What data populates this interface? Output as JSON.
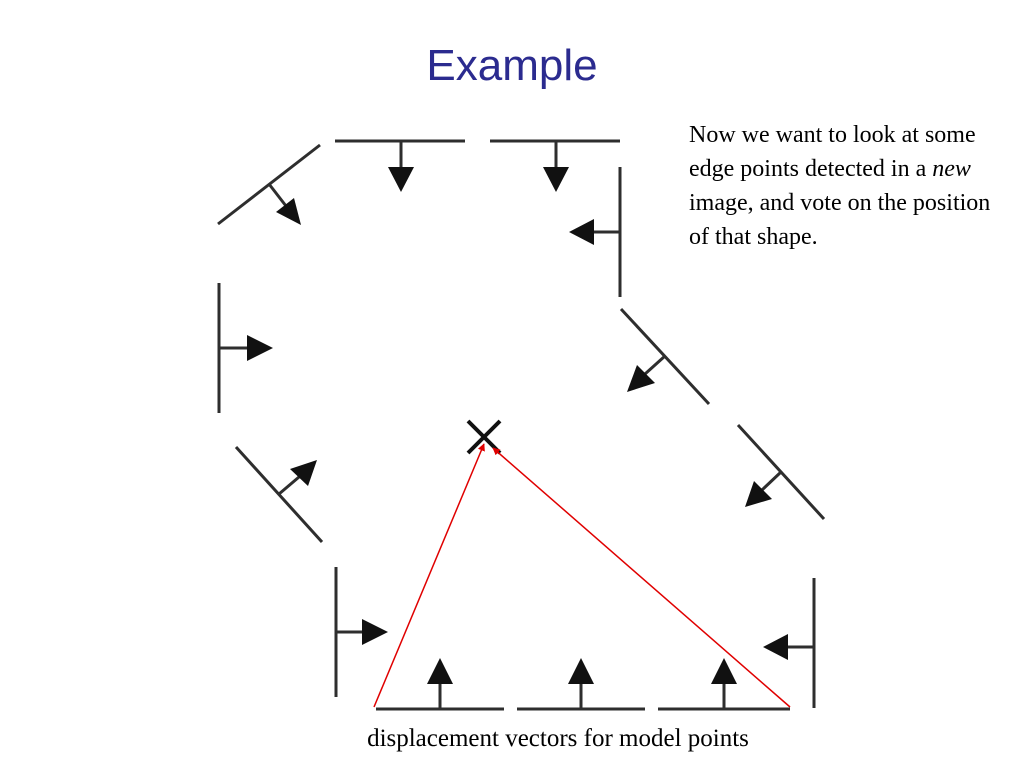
{
  "slide": {
    "title": "Example",
    "body_text": {
      "before_em": "Now we want to look at some edge points detected in a ",
      "em": "new",
      "after_em": " image, and vote on the position of that shape."
    },
    "caption": "displacement vectors for model points"
  },
  "colors": {
    "title": "#2b2b8f",
    "edge": "#2e2e2e",
    "vector": "#e00000"
  },
  "icons": {
    "reference_point": "x-cross-icon",
    "edge_normal": "arrow-icon"
  }
}
